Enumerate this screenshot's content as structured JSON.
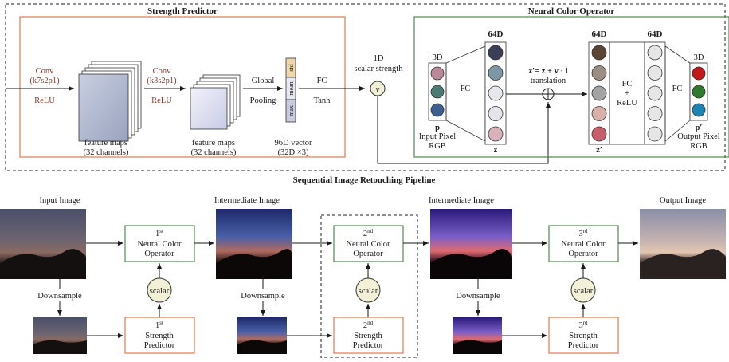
{
  "colors": {
    "predictor_border": "#e07a52",
    "operator_border": "#4f8a4f",
    "scalar_fill": "#f3f0d8",
    "frame_dash": "#222222",
    "conv_label": "#8b3a2b"
  },
  "strength_predictor": {
    "title": "Strength Predictor",
    "conv1": "Conv",
    "conv1_params": "(k7s2p1)",
    "relu1": "ReLU",
    "fmap1_label": "feature maps",
    "fmap1_channels": "(32 channels)",
    "conv2": "Conv",
    "conv2_params": "(k3s2p1)",
    "relu2": "ReLU",
    "fmap2_label": "feature maps",
    "fmap2_channels": "(32 channels)",
    "global": "Global",
    "pooling": "Pooling",
    "vec_std": "std",
    "vec_mean": "mean",
    "vec_max": "max",
    "vector_label": "96D vector",
    "vector_dims": "(32D ×3)",
    "fc": "FC",
    "tanh": "Tanh"
  },
  "scalar": {
    "dim": "1D",
    "label": "scalar strength",
    "symbol": "v"
  },
  "neural_color_operator": {
    "title": "Neural Color Operator",
    "in_dim": "3D",
    "in_sym": "p",
    "in_label": "Input Pixel",
    "in_rgb": "RGB",
    "fc1": "FC",
    "hid1_dim": "64D",
    "z": "z",
    "formula": "z′= z + v · i",
    "translation": "translation",
    "plus": "⊕",
    "hid2_dim": "64D",
    "zp": "z′",
    "fc2": "FC",
    "fc2_plus": "+",
    "fc2_relu": "ReLU",
    "hid3_dim": "64D",
    "fc3": "FC",
    "out_dim": "3D",
    "out_sym": "p′",
    "out_label": "Output Pixel",
    "out_rgb": "RGB",
    "input_colors": [
      "#b98899",
      "#4d7a73",
      "#3c5f8f"
    ],
    "z_colors": [
      "#3a3f57",
      "#7c98a4",
      "#e7e7ee",
      "#e4e4ea",
      "#d8b1bb"
    ],
    "zp_colors": [
      "#5a4434",
      "#9a8e85",
      "#a3a3a3",
      "#d8b0aa",
      "#c85d6b"
    ],
    "h_colors": [
      "#e6e6e6",
      "#e6e6e6",
      "#e6e6e6",
      "#e6e6e6",
      "#e6e6e6"
    ],
    "output_colors": [
      "#c21a1a",
      "#2f7a2f",
      "#1b86b3"
    ]
  },
  "pipeline": {
    "title": "Sequential Image Retouching Pipeline",
    "input_image": "Input Image",
    "intermediate_1": "Intermediate Image",
    "intermediate_2": "Intermediate Image",
    "output_image": "Output Image",
    "downsample": "Downsample",
    "scalar": "scalar",
    "stages": [
      {
        "ord": "1",
        "sup": "st",
        "op1": "Neural Color",
        "op2": "Operator",
        "pr1": "Strength",
        "pr2": "Predictor"
      },
      {
        "ord": "2",
        "sup": "nd",
        "op1": "Neural Color",
        "op2": "Operator",
        "pr1": "Strength",
        "pr2": "Predictor"
      },
      {
        "ord": "3",
        "sup": "rd",
        "op1": "Neural Color",
        "op2": "Operator",
        "pr1": "Strength",
        "pr2": "Predictor"
      }
    ]
  }
}
